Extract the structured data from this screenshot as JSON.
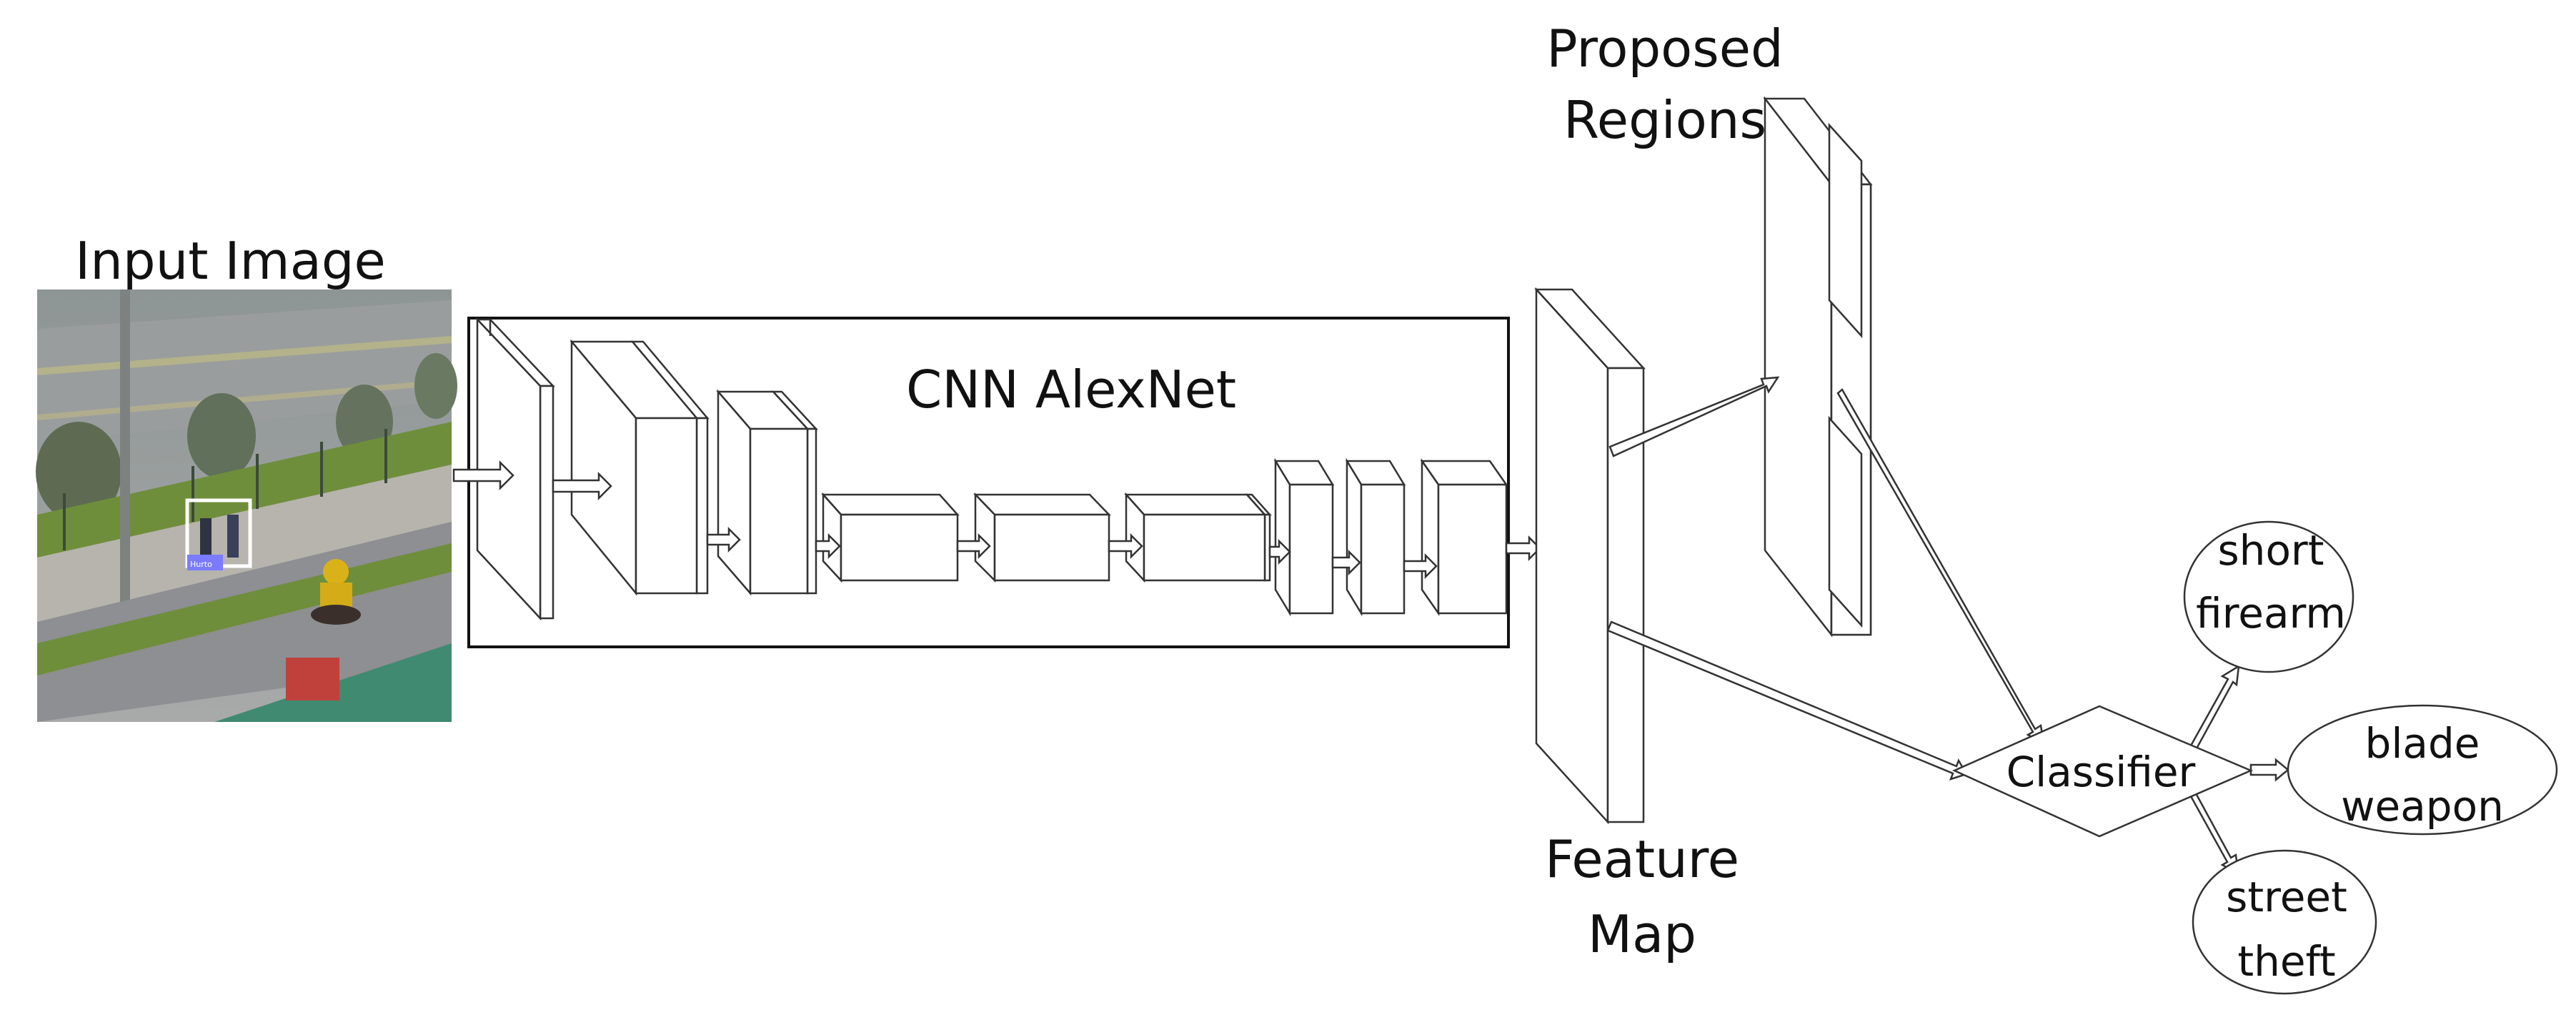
{
  "labels": {
    "input_image": "Input Image",
    "cnn": "CNN AlexNet",
    "proposed_regions_line1": "Proposed",
    "proposed_regions_line2": "Regions",
    "feature_map_line1": "Feature",
    "feature_map_line2": "Map",
    "classifier": "Classifier"
  },
  "photo": {
    "detection_tag": "Hurto"
  },
  "outputs": [
    {
      "line1": "short",
      "line2": "firearm"
    },
    {
      "line1": "blade",
      "line2": "weapon"
    },
    {
      "line1": "street",
      "line2": "theft"
    }
  ],
  "colors": {
    "stroke": "#333333",
    "box_fill": "#ffffff",
    "photo_sky": "#9aa0a1",
    "grass": "#6f8e3b",
    "road": "#8d8f92",
    "detection": "#7b7bff"
  }
}
